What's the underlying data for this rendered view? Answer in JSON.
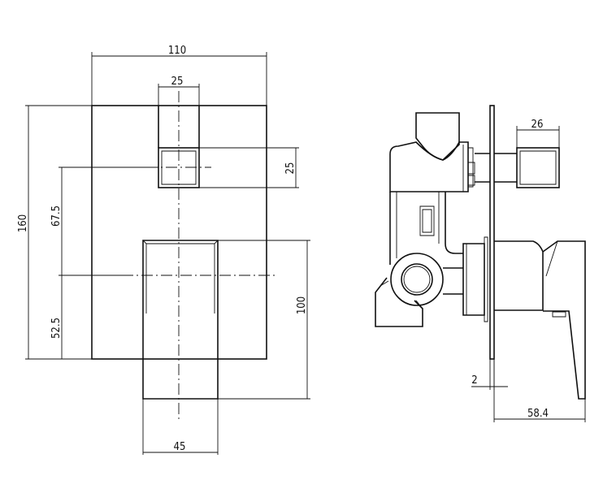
{
  "front_view": {
    "dims": {
      "width_plate": "110",
      "width_diverter": "25",
      "height_diverter": "25",
      "height_plate": "160",
      "offset_upper": "67.5",
      "offset_lower": "52.5",
      "height_handle": "100",
      "width_handle": "45"
    }
  },
  "side_view": {
    "dims": {
      "width_diverter": "26",
      "plate_thickness": "2",
      "projection": "58.4"
    }
  },
  "colors": {
    "line": "#111111",
    "background": "#ffffff"
  }
}
